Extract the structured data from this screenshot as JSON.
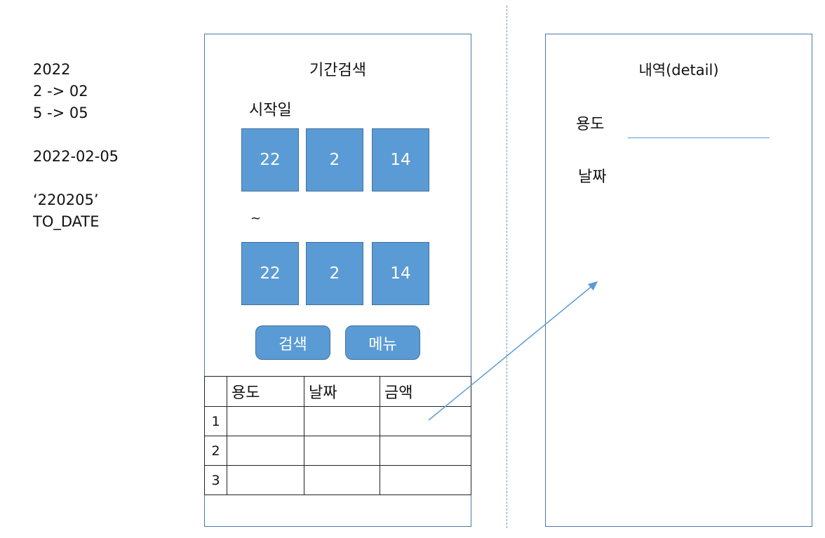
{
  "notes": [
    "2022",
    "2 -> 02",
    "5 -> 05",
    "",
    "2022-02-05",
    "",
    "‘220205’",
    "TO_DATE"
  ],
  "search_screen": {
    "title": "기간검색",
    "start_label": "시작일",
    "separator": "~",
    "start_date": {
      "year": "22",
      "month": "2",
      "day": "14"
    },
    "end_date": {
      "year": "22",
      "month": "2",
      "day": "14"
    },
    "search_button": "검색",
    "menu_button": "메뉴",
    "table": {
      "headers": [
        "",
        "용도",
        "날짜",
        "금액"
      ],
      "rows": [
        [
          "1",
          "",
          "",
          ""
        ],
        [
          "2",
          "",
          "",
          ""
        ],
        [
          "3",
          "",
          "",
          ""
        ]
      ]
    }
  },
  "detail_screen": {
    "title": "내역(detail)",
    "usage_label": "용도",
    "date_label": "날짜"
  },
  "colors": {
    "box_fill": "#5b9bd5",
    "box_border": "#41719c",
    "frame": "#4a78a8"
  }
}
